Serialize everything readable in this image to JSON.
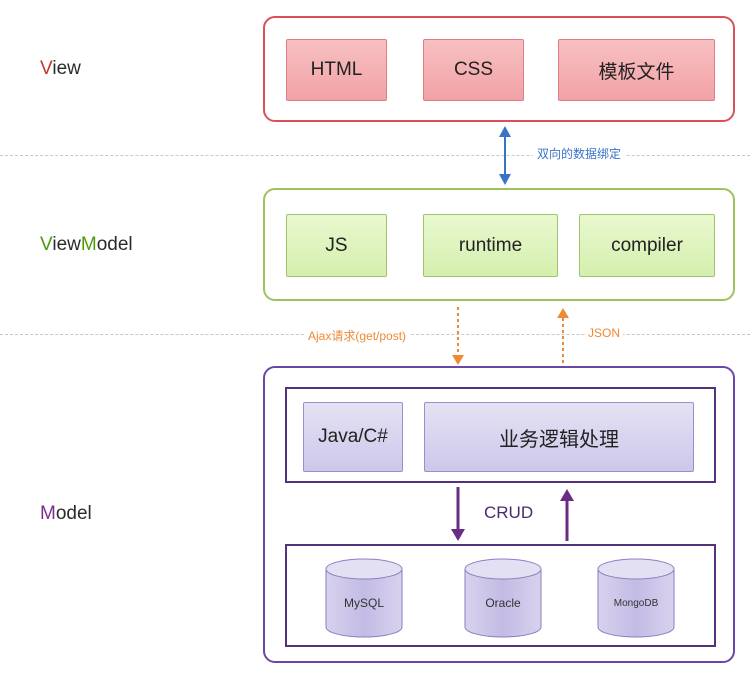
{
  "layers": {
    "view": {
      "cap": "V",
      "rest": "iew"
    },
    "viewmodel": {
      "cap1": "V",
      "mid": "iew",
      "cap2": "M",
      "rest": "odel"
    },
    "model": {
      "cap": "M",
      "rest": "odel"
    }
  },
  "view_boxes": [
    "HTML",
    "CSS",
    "模板文件"
  ],
  "viewmodel_boxes": [
    "JS",
    "runtime",
    "compiler"
  ],
  "model_boxes": {
    "lang": "Java/C#",
    "logic": "业务逻辑处理"
  },
  "arrows": {
    "binding": "双向的数据绑定",
    "ajax": "Ajax请求(get/post)",
    "json": "JSON",
    "crud": "CRUD"
  },
  "databases": [
    "MySQL",
    "Oracle",
    "MongoDB"
  ],
  "colors": {
    "view_border": "#d9505a",
    "viewmodel_border": "#9dc35d",
    "model_border": "#6b46a8",
    "binding_arrow": "#3a73c6",
    "ajax_arrow": "#ee8a35",
    "crud_arrow": "#6b2c84"
  }
}
